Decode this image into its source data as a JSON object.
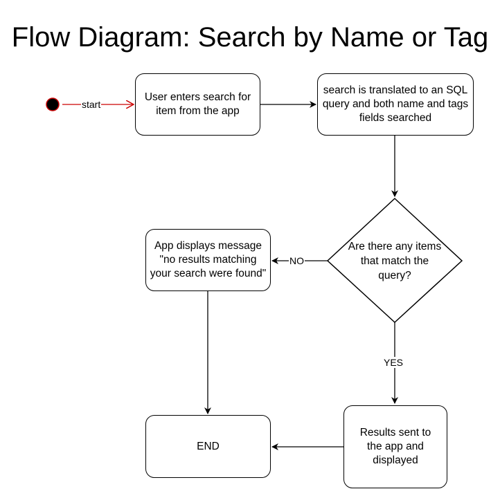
{
  "title": "Flow Diagram: Search by Name or Tag",
  "colors": {
    "stroke": "#000000",
    "start_stroke": "#cc0000",
    "start_fill": "#000000"
  },
  "nodes": {
    "enter_search": "User enters search for item from the app",
    "translate_query": "search is translated to an SQL query and both name and tags fields searched",
    "decision": "Are there any items that match the query?",
    "no_results": "App displays message \"no results matching your search were found\"",
    "results_sent": "Results sent to the app and displayed",
    "end": "END"
  },
  "edges": {
    "start": "start",
    "no": "NO",
    "yes": "YES"
  }
}
